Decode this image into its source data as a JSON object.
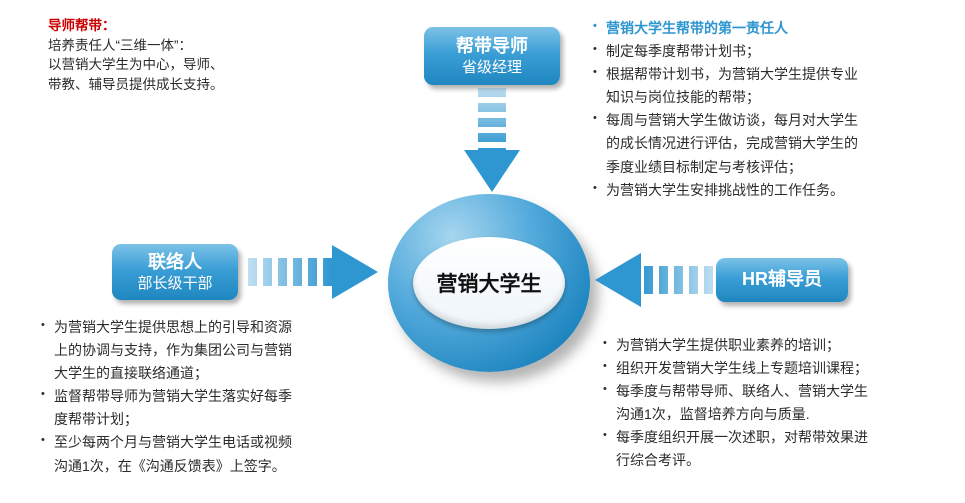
{
  "colors": {
    "accent_blue": "#2e96d0",
    "heading_red": "#cc0000",
    "text_dark": "#2b2b2b"
  },
  "legend": {
    "title": "导师帮带：",
    "lines": [
      "培养责任人“三维一体”：",
      "以营销大学生为中心，导师、",
      "带教、辅导员提供成长支持。"
    ]
  },
  "center": {
    "label": "营销大学生"
  },
  "boxes": {
    "mentor": {
      "title": "帮带导师",
      "subtitle": "省级经理"
    },
    "liaison": {
      "title": "联络人",
      "subtitle": "部长级干部"
    },
    "hr": {
      "title": "HR辅导员"
    }
  },
  "mentor_duties": {
    "heading": "营销大学生帮带的第一责任人",
    "items": [
      "制定每季度帮带计划书；",
      "根据帮带计划书，为营销大学生提供专业知识与岗位技能的帮带；",
      "每周与营销大学生做访谈，每月对大学生的成长情况进行评估，完成营销大学生的季度业绩目标制定与考核评估；",
      "为营销大学生安排挑战性的工作任务。"
    ]
  },
  "liaison_duties": {
    "items": [
      "为营销大学生提供思想上的引导和资源上的协调与支持，作为集团公司与营销大学生的直接联络通道；",
      "监督帮带导师为营销大学生落实好每季度帮带计划；",
      "至少每两个月与营销大学生电话或视频沟通1次，在《沟通反馈表》上签字。"
    ]
  },
  "hr_duties": {
    "items": [
      "为营销大学生提供职业素养的培训；",
      "组织开发营销大学生线上专题培训课程；",
      "每季度与帮带导师、联络人、营销大学生沟通1次，监督培养方向与质量.",
      "每季度组织开展一次述职，对帮带效果进行综合考评。"
    ]
  }
}
